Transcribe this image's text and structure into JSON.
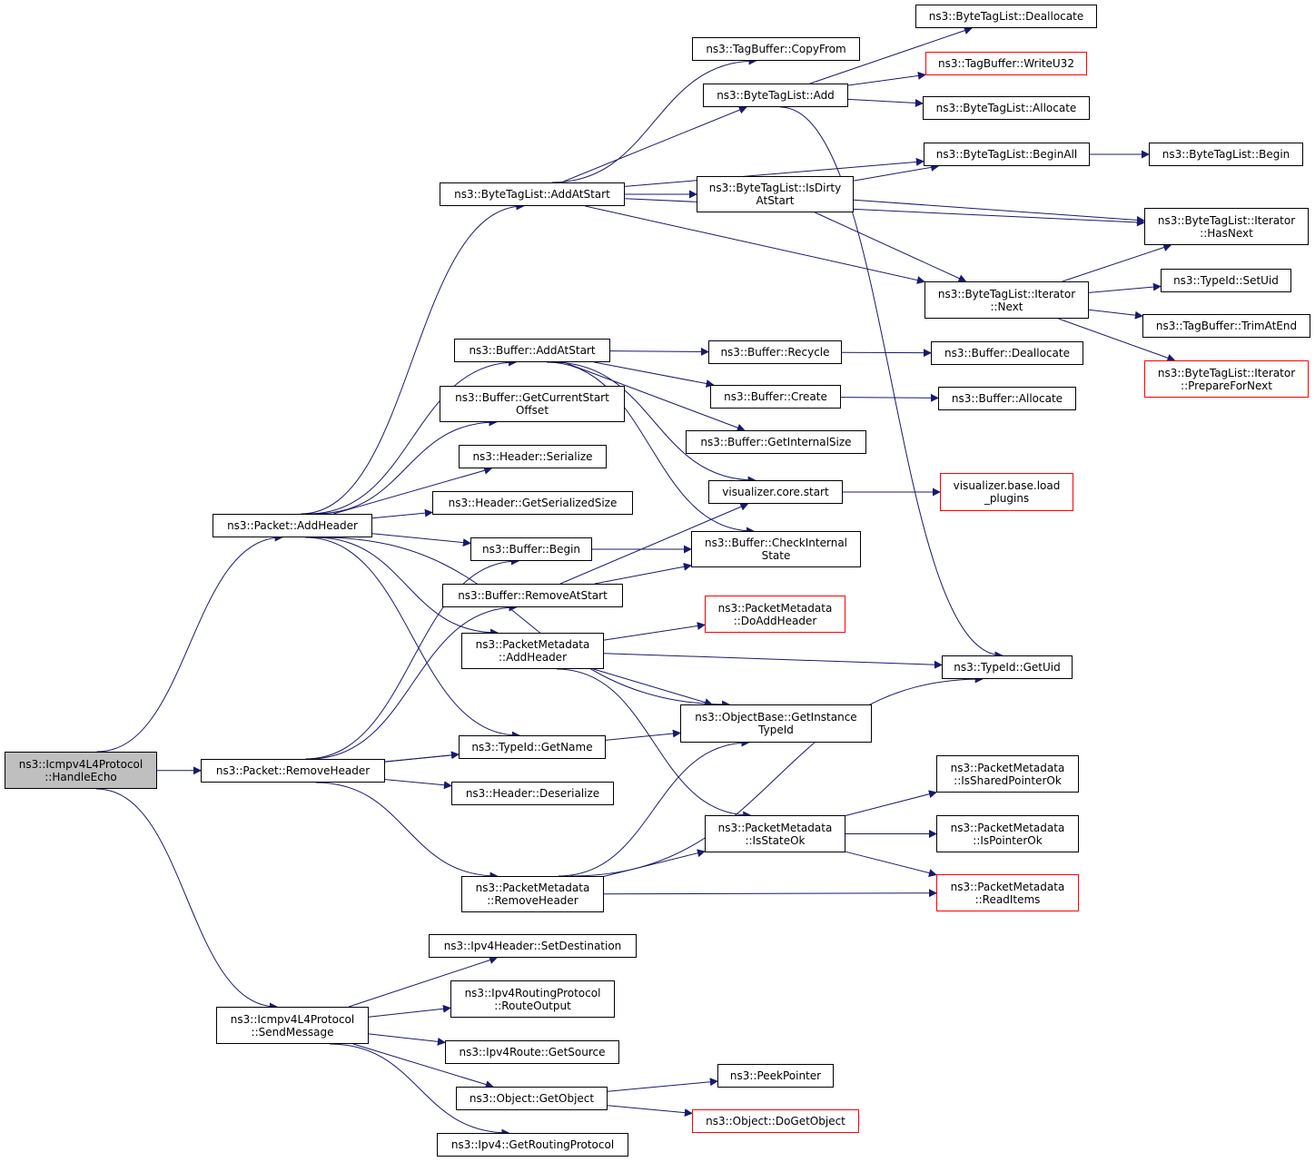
{
  "colors": {
    "edge": "#191970",
    "border": "#000000",
    "external_border": "#ff0000",
    "root_fill": "#bfbfbf"
  },
  "nodes": [
    {
      "id": "root",
      "lines": [
        "ns3::Icmpv4L4Protocol",
        "::HandleEcho"
      ],
      "kind": "root"
    },
    {
      "id": "pkt_addheader",
      "lines": [
        "ns3::Packet::AddHeader"
      ]
    },
    {
      "id": "pkt_removeheader",
      "lines": [
        "ns3::Packet::RemoveHeader"
      ]
    },
    {
      "id": "icmp_sendmessage",
      "lines": [
        "ns3::Icmpv4L4Protocol",
        "::SendMessage"
      ]
    },
    {
      "id": "btl_addatstart",
      "lines": [
        "ns3::ByteTagList::AddAtStart"
      ]
    },
    {
      "id": "buf_addatstart",
      "lines": [
        "ns3::Buffer::AddAtStart"
      ]
    },
    {
      "id": "buf_getcurrentstartoffset",
      "lines": [
        "ns3::Buffer::GetCurrentStart",
        "Offset"
      ]
    },
    {
      "id": "hdr_serialize",
      "lines": [
        "ns3::Header::Serialize"
      ]
    },
    {
      "id": "hdr_getserializedsize",
      "lines": [
        "ns3::Header::GetSerializedSize"
      ]
    },
    {
      "id": "buf_begin",
      "lines": [
        "ns3::Buffer::Begin"
      ]
    },
    {
      "id": "buf_removeatstart",
      "lines": [
        "ns3::Buffer::RemoveAtStart"
      ]
    },
    {
      "id": "pm_addheader",
      "lines": [
        "ns3::PacketMetadata",
        "::AddHeader"
      ]
    },
    {
      "id": "typeid_getname",
      "lines": [
        "ns3::TypeId::GetName"
      ]
    },
    {
      "id": "hdr_deserialize",
      "lines": [
        "ns3::Header::Deserialize"
      ]
    },
    {
      "id": "pm_removeheader",
      "lines": [
        "ns3::PacketMetadata",
        "::RemoveHeader"
      ]
    },
    {
      "id": "ipv4hdr_setdestination",
      "lines": [
        "ns3::Ipv4Header::SetDestination"
      ]
    },
    {
      "id": "ipv4rp_routeoutput",
      "lines": [
        "ns3::Ipv4RoutingProtocol",
        "::RouteOutput"
      ]
    },
    {
      "id": "ipv4route_getsource",
      "lines": [
        "ns3::Ipv4Route::GetSource"
      ]
    },
    {
      "id": "obj_getobject",
      "lines": [
        "ns3::Object::GetObject"
      ]
    },
    {
      "id": "ipv4_getroutingprotocol",
      "lines": [
        "ns3::Ipv4::GetRoutingProtocol"
      ]
    },
    {
      "id": "tb_copyfrom",
      "lines": [
        "ns3::TagBuffer::CopyFrom"
      ]
    },
    {
      "id": "btl_add",
      "lines": [
        "ns3::ByteTagList::Add"
      ]
    },
    {
      "id": "btl_isdirtyatstart",
      "lines": [
        "ns3::ByteTagList::IsDirty",
        "AtStart"
      ]
    },
    {
      "id": "buf_recycle",
      "lines": [
        "ns3::Buffer::Recycle"
      ]
    },
    {
      "id": "buf_create",
      "lines": [
        "ns3::Buffer::Create"
      ]
    },
    {
      "id": "buf_getinternalsize",
      "lines": [
        "ns3::Buffer::GetInternalSize"
      ]
    },
    {
      "id": "viz_core_start",
      "lines": [
        "visualizer.core.start"
      ]
    },
    {
      "id": "buf_checkinternalstate",
      "lines": [
        "ns3::Buffer::CheckInternal",
        "State"
      ]
    },
    {
      "id": "pm_doaddheader",
      "lines": [
        "ns3::PacketMetadata",
        "::DoAddHeader"
      ],
      "kind": "ext"
    },
    {
      "id": "ob_getinstancetypeid",
      "lines": [
        "ns3::ObjectBase::GetInstance",
        "TypeId"
      ]
    },
    {
      "id": "pm_isstateok",
      "lines": [
        "ns3::PacketMetadata",
        "::IsStateOk"
      ]
    },
    {
      "id": "peekpointer",
      "lines": [
        "ns3::PeekPointer"
      ]
    },
    {
      "id": "obj_dogetobject",
      "lines": [
        "ns3::Object::DoGetObject"
      ],
      "kind": "ext"
    },
    {
      "id": "btl_deallocate",
      "lines": [
        "ns3::ByteTagList::Deallocate"
      ]
    },
    {
      "id": "tb_writeu32",
      "lines": [
        "ns3::TagBuffer::WriteU32"
      ],
      "kind": "ext"
    },
    {
      "id": "btl_allocate",
      "lines": [
        "ns3::ByteTagList::Allocate"
      ]
    },
    {
      "id": "btl_beginall",
      "lines": [
        "ns3::ByteTagList::BeginAll"
      ]
    },
    {
      "id": "btl_iter_next",
      "lines": [
        "ns3::ByteTagList::Iterator",
        "::Next"
      ]
    },
    {
      "id": "buf_deallocate",
      "lines": [
        "ns3::Buffer::Deallocate"
      ]
    },
    {
      "id": "buf_allocate",
      "lines": [
        "ns3::Buffer::Allocate"
      ]
    },
    {
      "id": "viz_base_loadplugins",
      "lines": [
        "visualizer.base.load",
        "_plugins"
      ],
      "kind": "ext"
    },
    {
      "id": "typeid_getuid",
      "lines": [
        "ns3::TypeId::GetUid"
      ]
    },
    {
      "id": "pm_issharedpointerok",
      "lines": [
        "ns3::PacketMetadata",
        "::IsSharedPointerOk"
      ]
    },
    {
      "id": "pm_ispointerok",
      "lines": [
        "ns3::PacketMetadata",
        "::IsPointerOk"
      ]
    },
    {
      "id": "pm_readitems",
      "lines": [
        "ns3::PacketMetadata",
        "::ReadItems"
      ],
      "kind": "ext"
    },
    {
      "id": "btl_begin",
      "lines": [
        "ns3::ByteTagList::Begin"
      ]
    },
    {
      "id": "btl_iter_hasnext",
      "lines": [
        "ns3::ByteTagList::Iterator",
        "::HasNext"
      ]
    },
    {
      "id": "typeid_setuid",
      "lines": [
        "ns3::TypeId::SetUid"
      ]
    },
    {
      "id": "tb_trimatend",
      "lines": [
        "ns3::TagBuffer::TrimAtEnd"
      ]
    },
    {
      "id": "btl_iter_preparefornext",
      "lines": [
        "ns3::ByteTagList::Iterator",
        "::PrepareForNext"
      ],
      "kind": "ext"
    }
  ],
  "edges": [
    [
      "root",
      "pkt_addheader"
    ],
    [
      "root",
      "pkt_removeheader"
    ],
    [
      "root",
      "icmp_sendmessage"
    ],
    [
      "pkt_addheader",
      "btl_addatstart"
    ],
    [
      "pkt_addheader",
      "buf_addatstart"
    ],
    [
      "pkt_addheader",
      "buf_getcurrentstartoffset"
    ],
    [
      "pkt_addheader",
      "hdr_serialize"
    ],
    [
      "pkt_addheader",
      "hdr_getserializedsize"
    ],
    [
      "pkt_addheader",
      "buf_begin"
    ],
    [
      "pkt_addheader",
      "pm_addheader"
    ],
    [
      "pkt_addheader",
      "ob_getinstancetypeid"
    ],
    [
      "pkt_addheader",
      "typeid_getname"
    ],
    [
      "pkt_removeheader",
      "buf_begin"
    ],
    [
      "pkt_removeheader",
      "buf_removeatstart"
    ],
    [
      "pkt_removeheader",
      "typeid_getname"
    ],
    [
      "pkt_removeheader",
      "hdr_deserialize"
    ],
    [
      "pkt_removeheader",
      "pm_removeheader"
    ],
    [
      "pkt_removeheader",
      "ob_getinstancetypeid"
    ],
    [
      "icmp_sendmessage",
      "ipv4hdr_setdestination"
    ],
    [
      "icmp_sendmessage",
      "ipv4rp_routeoutput"
    ],
    [
      "icmp_sendmessage",
      "ipv4route_getsource"
    ],
    [
      "icmp_sendmessage",
      "obj_getobject"
    ],
    [
      "icmp_sendmessage",
      "ipv4_getroutingprotocol"
    ],
    [
      "btl_addatstart",
      "tb_copyfrom"
    ],
    [
      "btl_addatstart",
      "btl_add"
    ],
    [
      "btl_addatstart",
      "btl_isdirtyatstart"
    ],
    [
      "btl_addatstart",
      "btl_beginall"
    ],
    [
      "btl_addatstart",
      "btl_iter_hasnext"
    ],
    [
      "btl_addatstart",
      "btl_iter_next"
    ],
    [
      "btl_add",
      "btl_deallocate"
    ],
    [
      "btl_add",
      "tb_writeu32"
    ],
    [
      "btl_add",
      "btl_allocate"
    ],
    [
      "btl_add",
      "typeid_getuid"
    ],
    [
      "btl_isdirtyatstart",
      "btl_beginall"
    ],
    [
      "btl_isdirtyatstart",
      "btl_iter_hasnext"
    ],
    [
      "btl_isdirtyatstart",
      "btl_iter_next"
    ],
    [
      "btl_beginall",
      "btl_begin"
    ],
    [
      "btl_iter_next",
      "btl_iter_hasnext"
    ],
    [
      "btl_iter_next",
      "typeid_setuid"
    ],
    [
      "btl_iter_next",
      "tb_trimatend"
    ],
    [
      "btl_iter_next",
      "btl_iter_preparefornext"
    ],
    [
      "buf_addatstart",
      "buf_recycle"
    ],
    [
      "buf_addatstart",
      "buf_create"
    ],
    [
      "buf_addatstart",
      "buf_getinternalsize"
    ],
    [
      "buf_addatstart",
      "viz_core_start"
    ],
    [
      "buf_addatstart",
      "buf_checkinternalstate"
    ],
    [
      "buf_recycle",
      "buf_deallocate"
    ],
    [
      "buf_create",
      "buf_allocate"
    ],
    [
      "viz_core_start",
      "viz_base_loadplugins"
    ],
    [
      "buf_begin",
      "buf_checkinternalstate"
    ],
    [
      "buf_removeatstart",
      "viz_core_start"
    ],
    [
      "buf_removeatstart",
      "buf_checkinternalstate"
    ],
    [
      "pm_addheader",
      "pm_doaddheader"
    ],
    [
      "pm_addheader",
      "typeid_getuid"
    ],
    [
      "pm_addheader",
      "ob_getinstancetypeid"
    ],
    [
      "pm_addheader",
      "pm_isstateok"
    ],
    [
      "pm_removeheader",
      "typeid_getuid"
    ],
    [
      "pm_removeheader",
      "ob_getinstancetypeid"
    ],
    [
      "pm_removeheader",
      "pm_isstateok"
    ],
    [
      "pm_removeheader",
      "pm_readitems"
    ],
    [
      "pm_isstateok",
      "pm_issharedpointerok"
    ],
    [
      "pm_isstateok",
      "pm_ispointerok"
    ],
    [
      "pm_isstateok",
      "pm_readitems"
    ],
    [
      "obj_getobject",
      "peekpointer"
    ],
    [
      "obj_getobject",
      "obj_dogetobject"
    ]
  ]
}
